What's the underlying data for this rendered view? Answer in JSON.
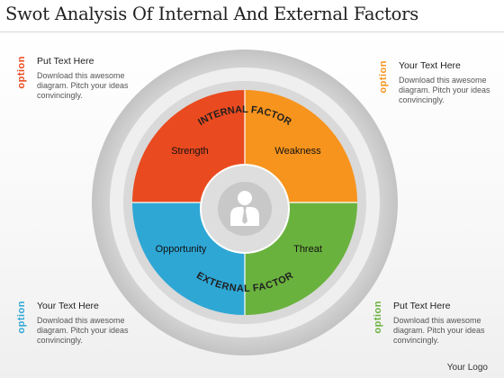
{
  "title": "Swot Analysis Of Internal And External Factors",
  "ring": {
    "top_label": "INTERNAL FACTOR",
    "bottom_label": "EXTERNAL FACTOR"
  },
  "quadrants": {
    "strength": {
      "label": "Strength",
      "color": "#ea4a1f"
    },
    "weakness": {
      "label": "Weakness",
      "color": "#f7941d"
    },
    "opportunity": {
      "label": "Opportunity",
      "color": "#2ea7d5"
    },
    "threat": {
      "label": "Threat",
      "color": "#6ab23e"
    }
  },
  "center_icon": "person-icon",
  "callouts": {
    "top_left": {
      "option": "option",
      "heading": "Put Text Here",
      "body": "Download this awesome diagram. Pitch your ideas convincingly.",
      "color": "#ea4a1f"
    },
    "top_right": {
      "option": "option",
      "heading": "Your Text Here",
      "body": "Download this awesome diagram. Pitch your ideas convincingly.",
      "color": "#f7941d"
    },
    "bottom_left": {
      "option": "option",
      "heading": "Your Text Here",
      "body": "Download this awesome diagram. Pitch your ideas convincingly.",
      "color": "#2ea7d5"
    },
    "bottom_right": {
      "option": "option",
      "heading": "Put Text Here",
      "body": "Download this awesome diagram. Pitch your ideas convincingly.",
      "color": "#6ab23e"
    }
  },
  "logo": "Your Logo"
}
